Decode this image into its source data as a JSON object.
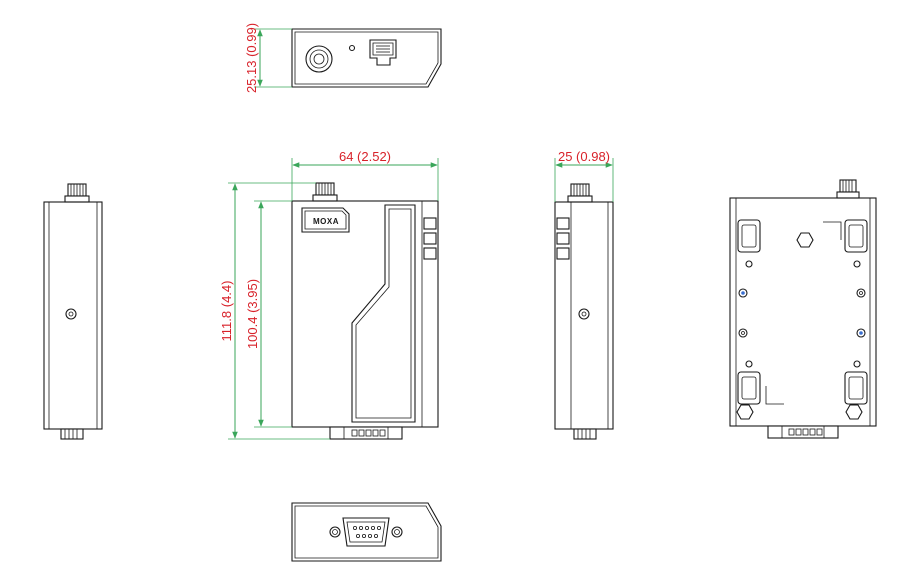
{
  "brand": {
    "logo_text": "MOXA"
  },
  "dimensions": {
    "depth": "25.13 (0.99)",
    "width": "64 (2.52)",
    "side_width": "25 (0.98)",
    "total_height": "111.8 (4.4)",
    "body_height": "100.4 (3.95)"
  },
  "colors": {
    "dimension_line": "#3aa65a",
    "dimension_text": "#d8222a",
    "outline": "#1a1a1a"
  }
}
